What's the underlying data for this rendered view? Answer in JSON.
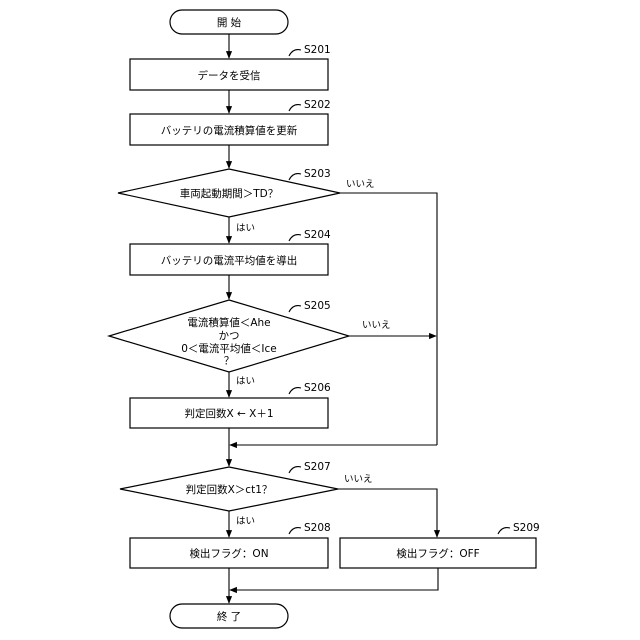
{
  "terminals": {
    "start": "開 始",
    "end": "終 了"
  },
  "steps": {
    "s201": {
      "id": "S201",
      "text": "データを受信"
    },
    "s202": {
      "id": "S202",
      "text": "バッテリの電流積算値を更新"
    },
    "s203": {
      "id": "S203",
      "text": "車両起動期間＞TD？"
    },
    "s204": {
      "id": "S204",
      "text": "バッテリの電流平均値を導出"
    },
    "s205": {
      "id": "S205",
      "line1": "電流積算値＜Ahe",
      "line2": "かつ",
      "line3": "0＜電流平均値＜Ice",
      "line4": "？"
    },
    "s206": {
      "id": "S206",
      "text": "判定回数X ← X＋1"
    },
    "s207": {
      "id": "S207",
      "text": "判定回数X＞ct1？"
    },
    "s208": {
      "id": "S208",
      "text": "検出フラグ：ON"
    },
    "s209": {
      "id": "S209",
      "text": "検出フラグ：OFF"
    }
  },
  "branches": {
    "yes": "はい",
    "no": "いいえ"
  }
}
